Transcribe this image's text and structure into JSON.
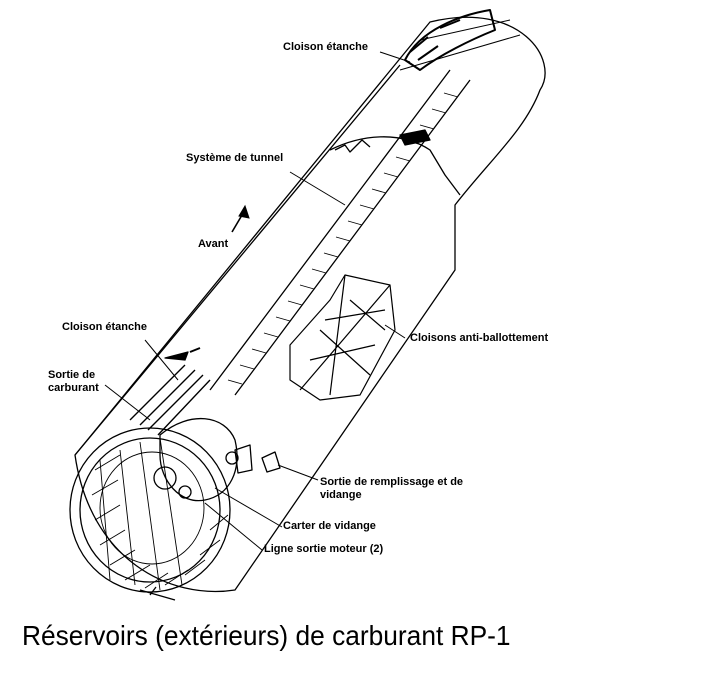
{
  "title": "Réservoirs (extérieurs) de carburant RP-1",
  "labels": {
    "cloison_top": "Cloison étanche",
    "tunnel": "Système de tunnel",
    "avant": "Avant",
    "cloison_left": "Cloison étanche",
    "sortie_carburant_1": "Sortie de",
    "sortie_carburant_2": "carburant",
    "anti_ballottement": "Cloisons anti-ballottement",
    "remplissage_1": "Sortie de remplissage et de",
    "remplissage_2": "vidange",
    "carter": "Carter de vidange",
    "ligne": "Ligne sortie moteur (2)"
  },
  "colors": {
    "ink": "#000000",
    "paper": "#ffffff"
  }
}
